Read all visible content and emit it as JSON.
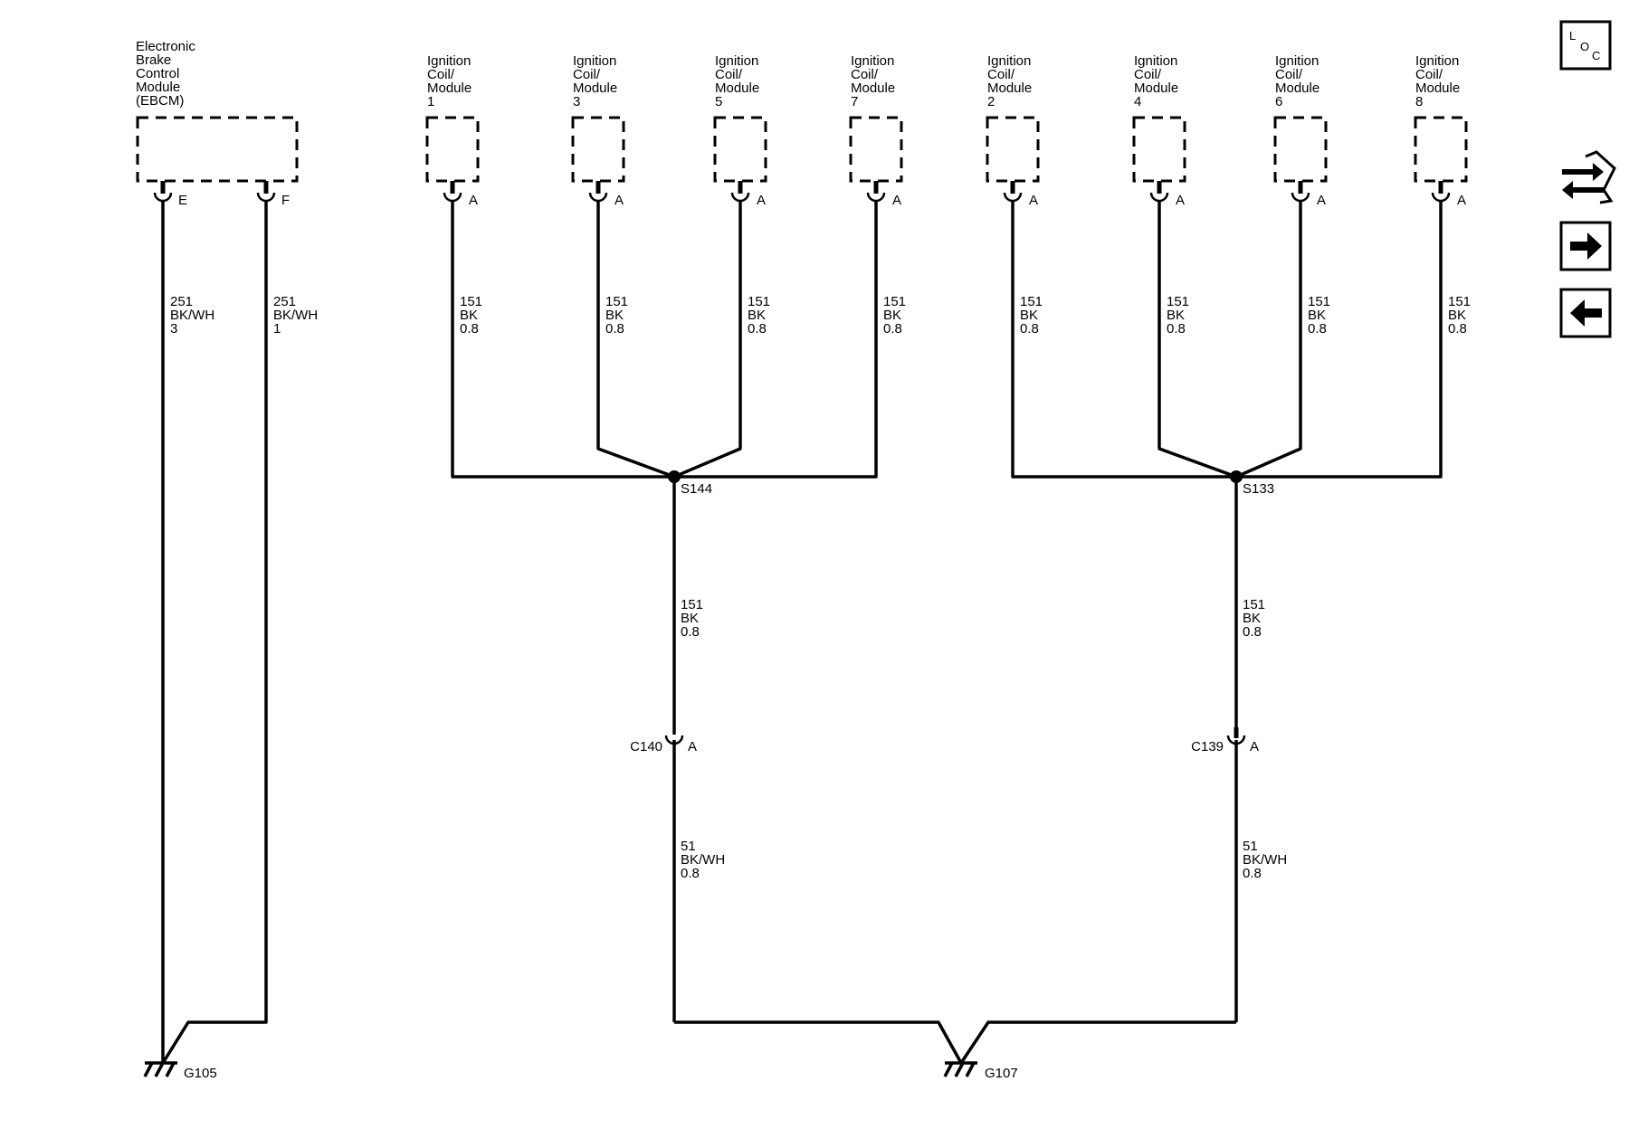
{
  "ebcm": {
    "name_lines": [
      "Electronic",
      "Brake",
      "Control",
      "Module",
      "(EBCM)"
    ],
    "pins": [
      "E",
      "F"
    ],
    "wires": [
      {
        "circuit": "251",
        "color": "BK/WH",
        "size": "3"
      },
      {
        "circuit": "251",
        "color": "BK/WH",
        "size": "1"
      }
    ]
  },
  "coils": [
    {
      "name_lines": [
        "Ignition",
        "Coil/",
        "Module",
        "1"
      ],
      "pin": "A",
      "circuit": "151",
      "color": "BK",
      "size": "0.8"
    },
    {
      "name_lines": [
        "Ignition",
        "Coil/",
        "Module",
        "3"
      ],
      "pin": "A",
      "circuit": "151",
      "color": "BK",
      "size": "0.8"
    },
    {
      "name_lines": [
        "Ignition",
        "Coil/",
        "Module",
        "5"
      ],
      "pin": "A",
      "circuit": "151",
      "color": "BK",
      "size": "0.8"
    },
    {
      "name_lines": [
        "Ignition",
        "Coil/",
        "Module",
        "7"
      ],
      "pin": "A",
      "circuit": "151",
      "color": "BK",
      "size": "0.8"
    },
    {
      "name_lines": [
        "Ignition",
        "Coil/",
        "Module",
        "2"
      ],
      "pin": "A",
      "circuit": "151",
      "color": "BK",
      "size": "0.8"
    },
    {
      "name_lines": [
        "Ignition",
        "Coil/",
        "Module",
        "4"
      ],
      "pin": "A",
      "circuit": "151",
      "color": "BK",
      "size": "0.8"
    },
    {
      "name_lines": [
        "Ignition",
        "Coil/",
        "Module",
        "6"
      ],
      "pin": "A",
      "circuit": "151",
      "color": "BK",
      "size": "0.8"
    },
    {
      "name_lines": [
        "Ignition",
        "Coil/",
        "Module",
        "8"
      ],
      "pin": "A",
      "circuit": "151",
      "color": "BK",
      "size": "0.8"
    }
  ],
  "splices": [
    "S144",
    "S133"
  ],
  "trunks": [
    {
      "circuit": "151",
      "color": "BK",
      "size": "0.8"
    },
    {
      "circuit": "151",
      "color": "BK",
      "size": "0.8"
    }
  ],
  "connectors": [
    {
      "name": "C140",
      "pin": "A"
    },
    {
      "name": "C139",
      "pin": "A"
    }
  ],
  "lower_wires": [
    {
      "circuit": "51",
      "color": "BK/WH",
      "size": "0.8"
    },
    {
      "circuit": "51",
      "color": "BK/WH",
      "size": "0.8"
    }
  ],
  "grounds": [
    "G105",
    "G107"
  ],
  "nav": {
    "loc_l": "L",
    "loc_o": "O",
    "loc_c": "C",
    "icons": [
      "loc-icon",
      "swap-icon",
      "arrow-right-icon",
      "arrow-left-icon"
    ]
  }
}
